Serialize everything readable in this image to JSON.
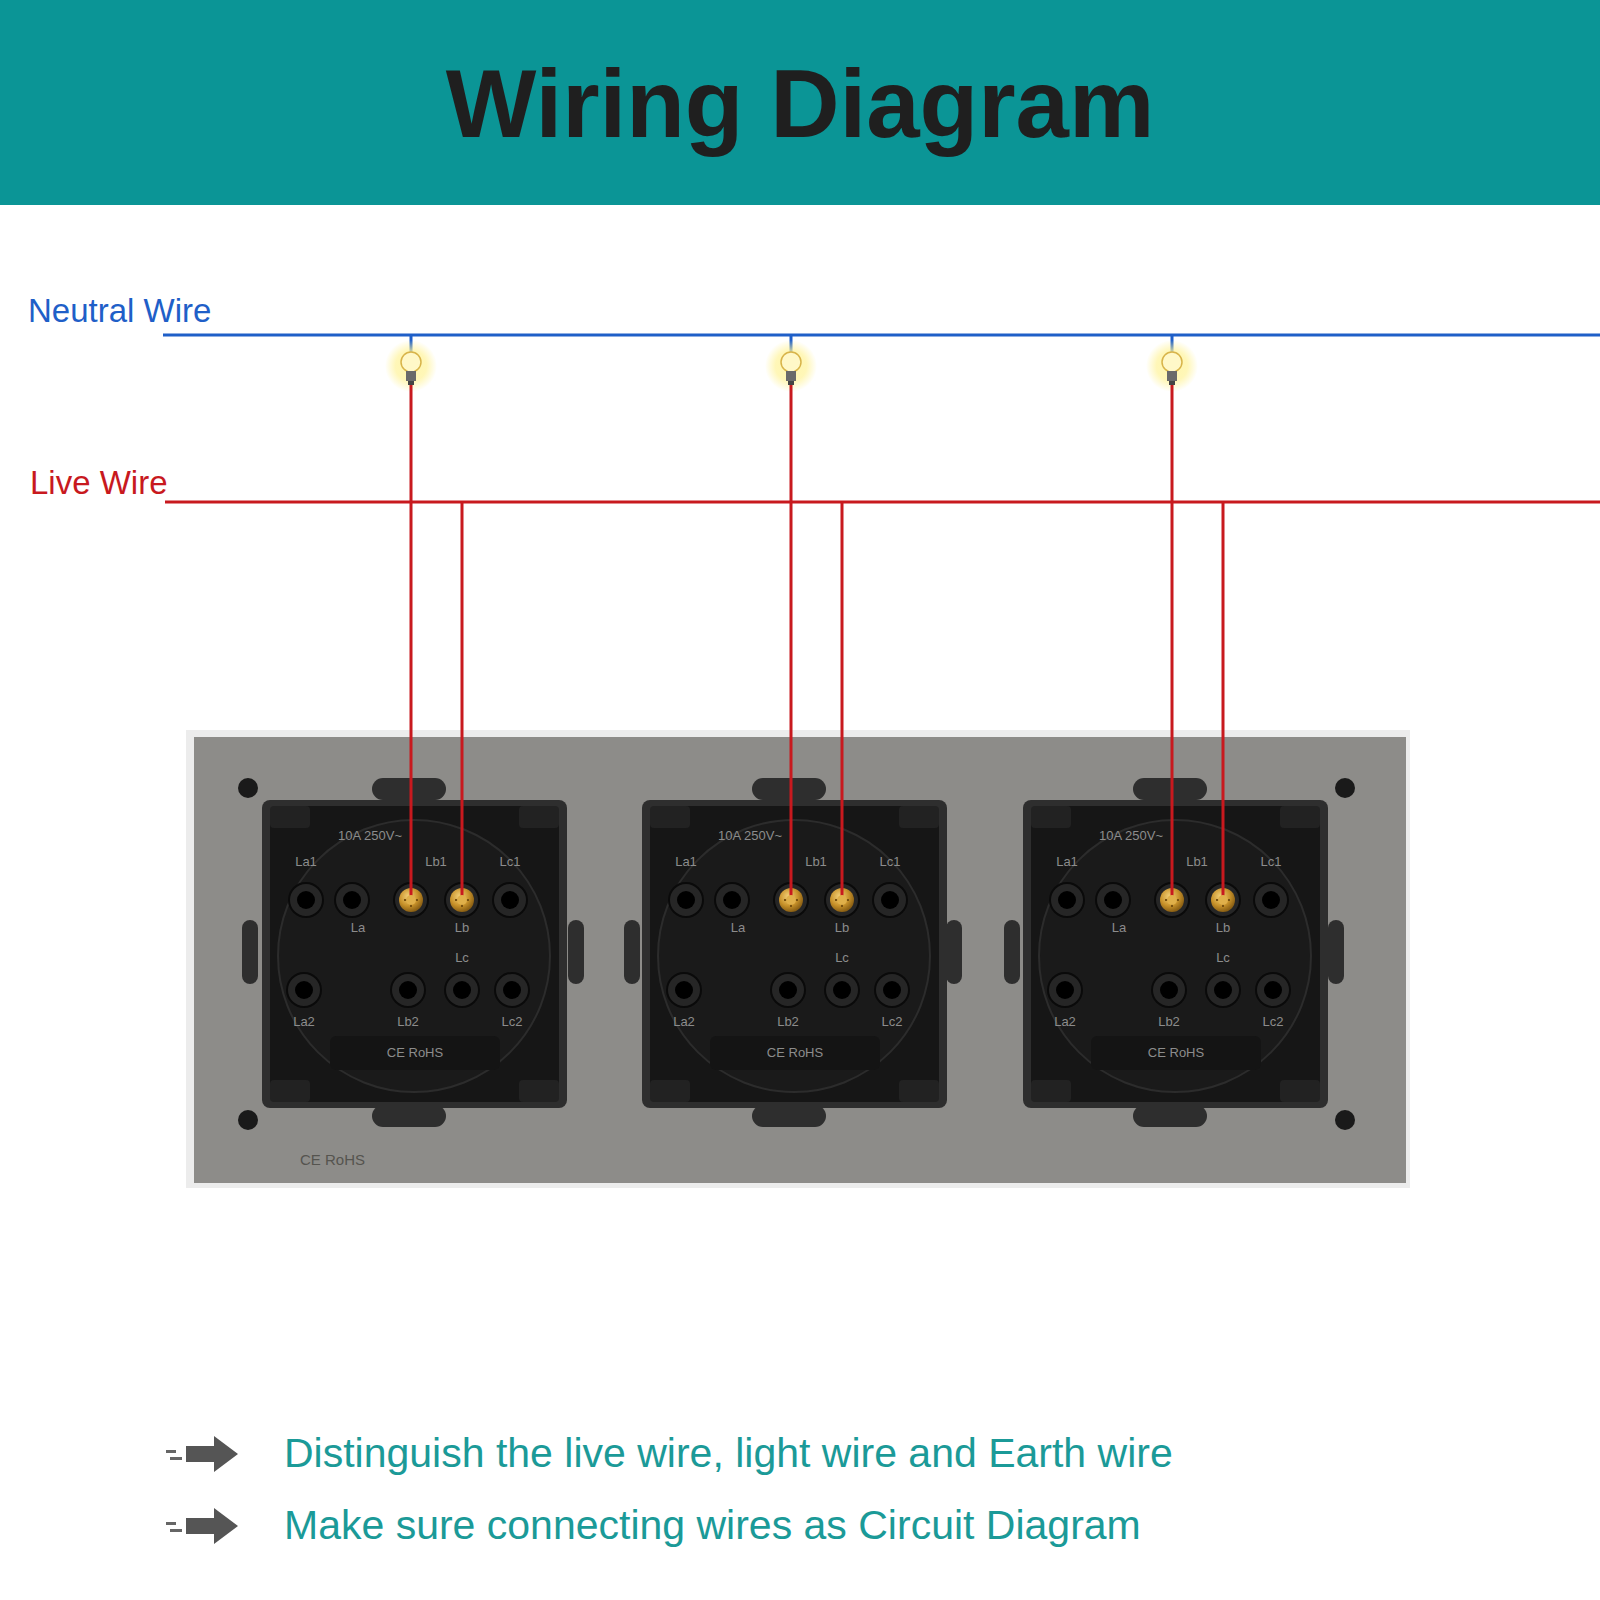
{
  "diagram": {
    "title": "Wiring Diagram",
    "labels": [
      "Neutral Wire",
      "Live Wire",
      "10A 250V~",
      "La1",
      "Lb1",
      "Lc1",
      "La",
      "Lb",
      "Lc",
      "La2",
      "Lb2",
      "Lc2",
      "CE RoHS",
      "10A 250V~",
      "La1",
      "Lb1",
      "Lc1",
      "La",
      "Lb",
      "Lc",
      "La2",
      "Lb2",
      "Lc2",
      "CE RoHS",
      "10A 250V~",
      "La1",
      "Lb1",
      "Lc1",
      "La",
      "Lb",
      "Lc",
      "La2",
      "Lb2",
      "Lc2",
      "CE RoHS",
      "CE RoHS",
      "Distinguish the live wire, light wire and Earth wire",
      "Make sure connecting wires as Circuit Diagram"
    ]
  }
}
